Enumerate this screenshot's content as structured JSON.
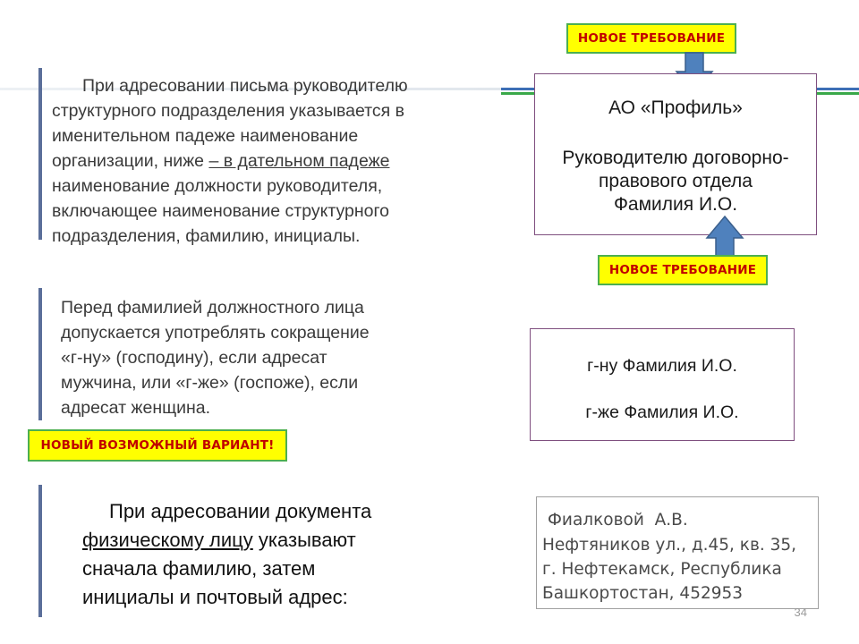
{
  "section1": {
    "lines": [
      "При адресовании письма руководителю",
      "структурного подразделения указывается в",
      "именительном падеже наименование",
      "организации, ниже ",
      "наименование должности руководителя,",
      "включающее наименование структурного",
      "подразделения, фамилию, инициалы."
    ],
    "underlined": "– в дательном падеже"
  },
  "badge_top": "НОВОЕ ТРЕБОВАНИЕ",
  "badge_bottom": "НОВОЕ ТРЕБОВАНИЕ",
  "org_box": {
    "line1": "АО «Профиль»",
    "line2": "Руководителю договорно-",
    "line3": "правового отдела",
    "line4": "Фамилия И.О."
  },
  "section2": {
    "lines": [
      "Перед фамилией должностного лица",
      "допускается употреблять сокращение",
      "«г-ну» (господину), если адресат",
      "мужчина, или «г-же» (госпоже), если",
      "адресат женщина."
    ]
  },
  "badge_variant": "НОВЫЙ ВОЗМОЖНЫЙ ВАРИАНТ!",
  "honorific_box": {
    "line1": "г-ну Фамилия И.О.",
    "line2": "г-же Фамилия И.О."
  },
  "section3": {
    "line1": "При адресовании документа",
    "underlined": "физическому лицу",
    "line2_rest": " указывают",
    "line3": "сначала фамилию, затем",
    "line4": "инициалы и почтовый адрес:"
  },
  "address_box": {
    "line1": "Фиалковой  А.В.",
    "line2": "Нефтяников ул., д.45, кв. 35,",
    "line3": "г. Нефтекамск, Республика",
    "line4": "Башкортостан, 452953"
  },
  "page_number": "34",
  "colors": {
    "bar": "#5b6f9a",
    "badge_bg": "#ffff00",
    "badge_border": "#4caf50",
    "badge_text": "#c00000",
    "arrow_fill": "#4f81bd"
  }
}
